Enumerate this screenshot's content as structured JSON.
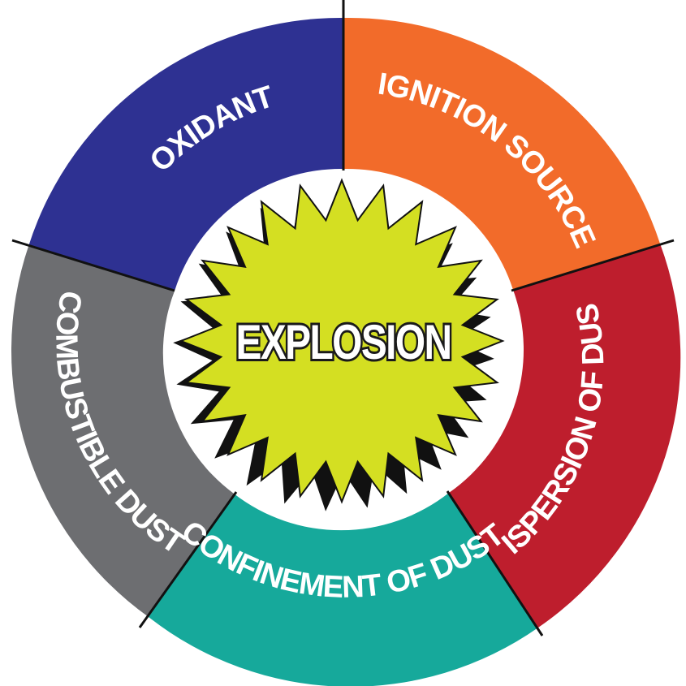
{
  "center": {
    "label": "EXPLOSION",
    "color": "#d4df22"
  },
  "segments": [
    {
      "id": "oxidant",
      "label": "OXIDANT",
      "color": "#2e3192"
    },
    {
      "id": "ignition-source",
      "label": "IGNITION SOURCE",
      "color": "#f26b2a"
    },
    {
      "id": "dispersion-of-dust",
      "label": "DISPERSION OF DUST",
      "color": "#be1e2d"
    },
    {
      "id": "confinement-of-dust",
      "label": "CONFINEMENT OF DUST",
      "color": "#16a99b"
    },
    {
      "id": "combustible-dust",
      "label": "COMBUSTIBLE DUST",
      "color": "#6d6e71"
    }
  ]
}
